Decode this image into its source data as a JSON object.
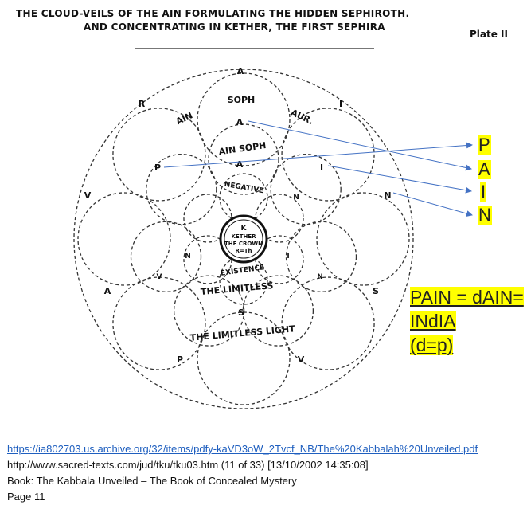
{
  "header": {
    "line1": "THE CLOUD-VEILS OF THE AIN FORMULATING THE HIDDEN SEPHIROTH.",
    "line2": "AND CONCENTRATING IN KETHER, THE FIRST SEPHIRA",
    "plate": "Plate II"
  },
  "diagram": {
    "outer_letters": [
      "A",
      "R",
      "I",
      "V",
      "N",
      "A",
      "S",
      "P",
      "V"
    ],
    "middle_letters": [
      "A",
      "P",
      "I",
      "N",
      "N",
      "V",
      "S"
    ],
    "inner_letters": [
      "A",
      "N",
      "I"
    ],
    "words": {
      "ain": "AIN",
      "soph": "SOPH",
      "aur": "AUR.",
      "ain_soph": "AIN SOPH",
      "negative": "NEGATIVE",
      "existence": "EXISTENCE",
      "the_limitless": "THE LIMITLESS",
      "the_limitless_light": "THE LIMITLESS LIGHT"
    },
    "center": {
      "k": "K",
      "kether": "KETHER",
      "the_crown": "THE CROWN",
      "rth": "R=Th"
    }
  },
  "annotation": {
    "letters": [
      "P",
      "A",
      "I",
      "N"
    ],
    "eq_line1": "PAIN = dAIN=",
    "eq_line2": "INdIA",
    "eq_line3": "(d=p)",
    "highlight": "#ffff00",
    "arrow_color": "#4472c4"
  },
  "footer": {
    "link": "https://ia802703.us.archive.org/32/items/pdfy-kaVD3oW_2Tvcf_NB/The%20Kabbalah%20Unveiled.pdf",
    "source": "http://www.sacred-texts.com/jud/tku/tku03.htm (11 of 33) [13/10/2002 14:35:08]",
    "book": "Book: The Kabbala Unveiled – The Book of Concealed Mystery",
    "page": "Page 11"
  }
}
